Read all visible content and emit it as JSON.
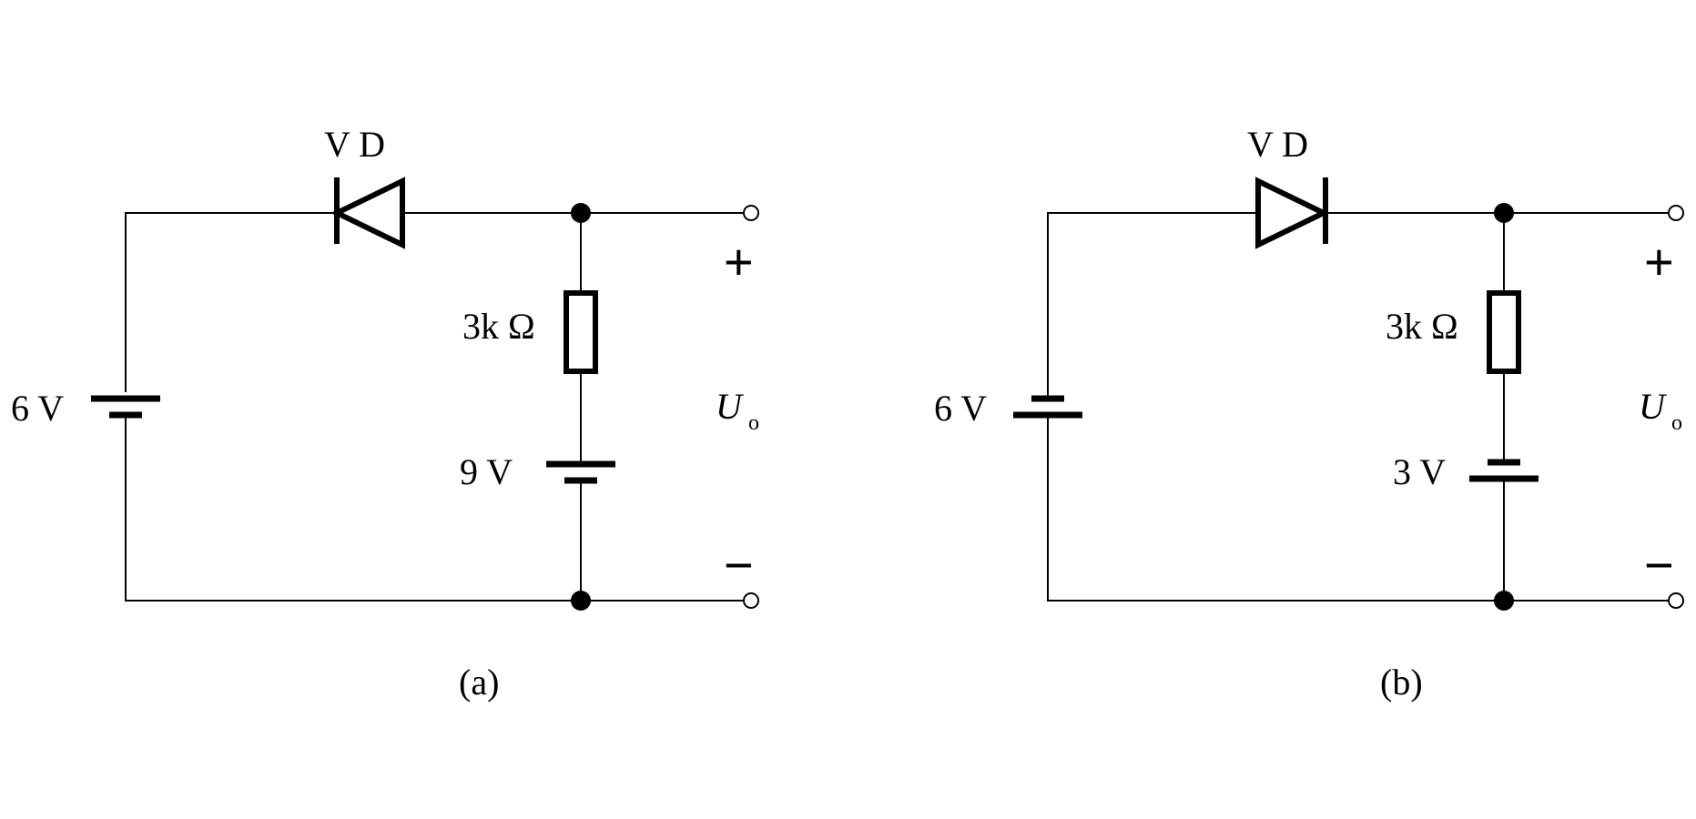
{
  "circuit_a": {
    "diode_label": "V D",
    "source_left": "6 V",
    "resistor": "3k Ω",
    "source_right": "9 V",
    "output_U": "U",
    "output_sub": "o",
    "plus": "+",
    "minus": "−",
    "caption": "(a)"
  },
  "circuit_b": {
    "diode_label": "V D",
    "source_left": "6 V",
    "resistor": "3k Ω",
    "source_right": "3 V",
    "output_U": "U",
    "output_sub": "o",
    "plus": "+",
    "minus": "−",
    "caption": "(b)"
  }
}
